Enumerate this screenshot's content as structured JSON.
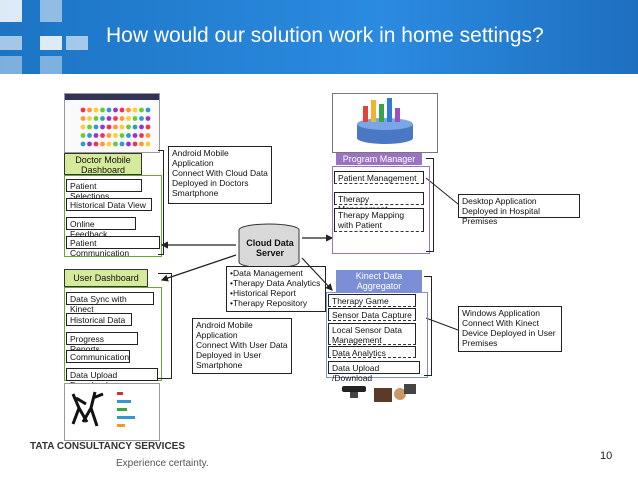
{
  "slide": {
    "title": "How would our solution work in home settings?",
    "page_number": "10",
    "logo_text": "TATA CONSULTANCY SERVICES",
    "tagline": "Experience certainty."
  },
  "doctor": {
    "header": "Doctor Mobile Dashboard",
    "items": [
      "Patient Selections",
      "Historical  Data View",
      "Online Feedback",
      "Patient Communication"
    ],
    "note": [
      "Android Mobile",
      "Application",
      "Connect With Cloud Data",
      "Deployed in Doctors",
      "Smartphone"
    ]
  },
  "user": {
    "header": "User Dashboard",
    "items": [
      "Data Sync with Kinect",
      "Historical  Data",
      "Progress Reports",
      "Communication",
      "Data Upload Download"
    ],
    "note": [
      "Android Mobile",
      "Application",
      "Connect With User Data",
      "Deployed in User",
      "Smartphone"
    ]
  },
  "cloud": {
    "label": [
      "Cloud  Data",
      "Server"
    ],
    "features": [
      "•Data Management",
      "•Therapy Data Analytics",
      "•Historical Report",
      "•Therapy Repository"
    ]
  },
  "program": {
    "header": "Program Manager",
    "items": [
      "Patient Management",
      "Therapy Management",
      "Therapy Mapping",
      "with Patient"
    ],
    "note": [
      "Desktop Application",
      "Deployed in Hospital Premises"
    ]
  },
  "kinect": {
    "header": [
      "Kinect Data",
      "Aggregator"
    ],
    "items": [
      "Therapy Game",
      "Sensor Data  Capture",
      "Local Sensor Data",
      "Management",
      "Data Analytics",
      "Data Upload /Download"
    ],
    "note": [
      "Windows Application",
      "Connect With Kinect",
      "Device Deployed in User",
      "Premises"
    ]
  },
  "colors": {
    "header_blue": "#1d74c4",
    "green": "#d6ea9c",
    "purple": "#9b73c2"
  }
}
